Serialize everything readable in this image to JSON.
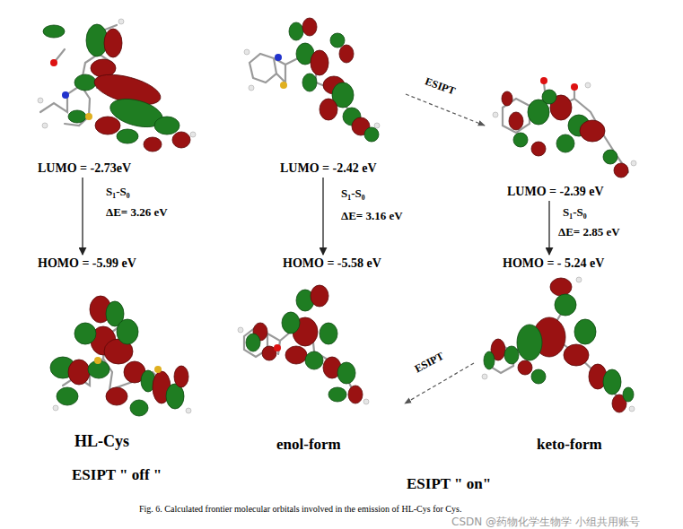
{
  "diagram": {
    "caption": "Fig. 6. Calculated frontier molecular orbitals involved in the emission of HL-Cys for Cys.",
    "nodes": [
      {
        "text": [
          "LUMO = -2.73eV"
        ]
      },
      {
        "text": [
          "HOMO = -5.99 eV"
        ]
      },
      {
        "text": [
          "LUMO = -2.42 eV"
        ]
      },
      {
        "text": [
          "HOMO = -5.58 eV"
        ]
      },
      {
        "text": [
          "LUMO = -2.39 eV"
        ]
      },
      {
        "text": [
          "HOMO = - 5.24 eV"
        ]
      }
    ],
    "edges": [
      {
        "from": 0,
        "to": 1,
        "arrow": "to"
      },
      {
        "from": 2,
        "to": 3,
        "arrow": "to"
      },
      {
        "from": 4,
        "to": 5,
        "arrow": "to"
      },
      {
        "from": 2,
        "to": 4,
        "label": "ESIPT",
        "arrow": "to"
      },
      {
        "from": 5,
        "to": 3,
        "label": "ESIPT",
        "arrow": "to"
      }
    ],
    "labels": [
      "S₁-S₀",
      "ΔE= 3.26 eV",
      "HL-Cys",
      "ESIPT \" off \"",
      "S₁-S₀",
      "ΔE= 3.16 eV",
      "enol-form",
      "S₁-S₀",
      "ΔE= 2.85 eV",
      "keto-form",
      "ESIPT \" on\"",
      "CSDN @药物化学生物学 小组共用账号"
    ]
  }
}
